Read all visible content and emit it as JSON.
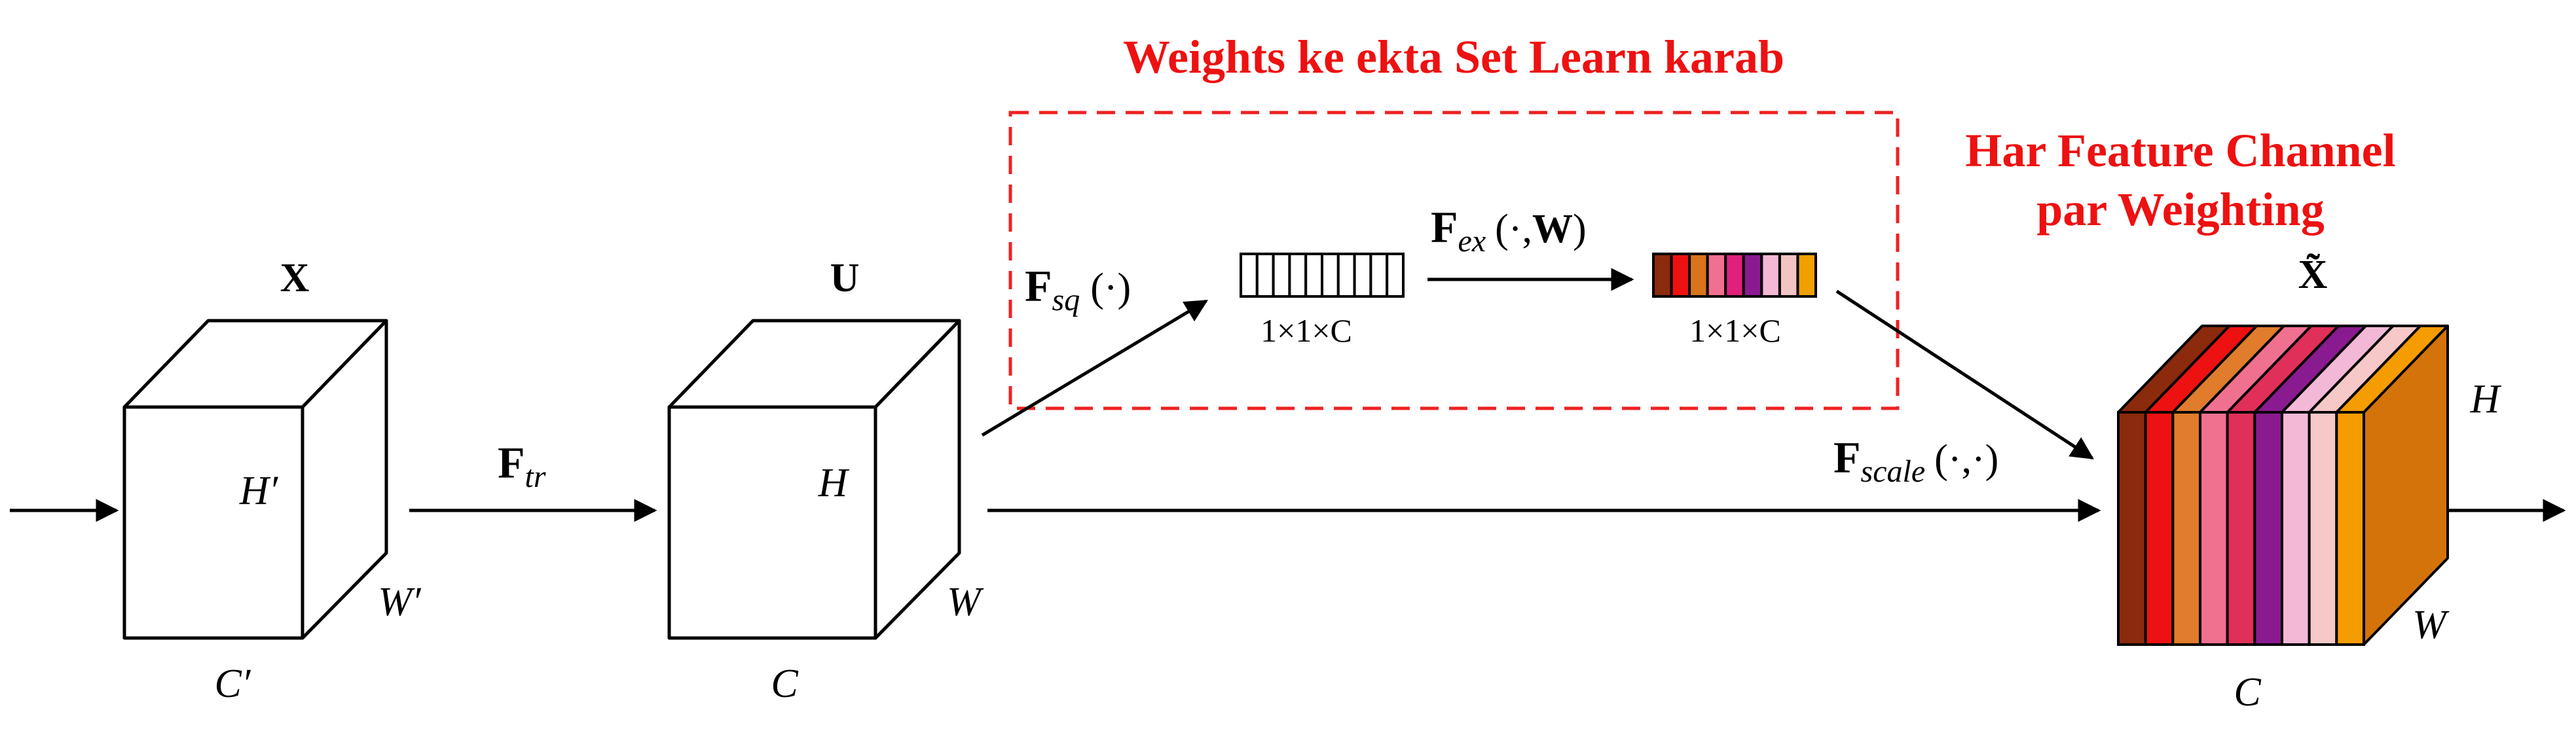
{
  "annotations": {
    "top": "Weights ke ekta Set Learn karab",
    "right_line1": "Har Feature Channel",
    "right_line2": "par Weighting"
  },
  "tensors": {
    "x": {
      "name": "X",
      "h": "H′",
      "w": "W′",
      "c": "C′"
    },
    "u": {
      "name": "U",
      "h": "H",
      "w": "W",
      "c": "C"
    },
    "x_tilde": {
      "name": "X̃",
      "h": "H",
      "w": "W",
      "c": "C"
    }
  },
  "operations": {
    "tr": {
      "main": "F",
      "sub": "tr",
      "args": ""
    },
    "sq": {
      "main": "F",
      "sub": "sq",
      "args": "(·)"
    },
    "ex": {
      "main": "F",
      "sub": "ex",
      "args": "(·,",
      "bold_arg": "W",
      "close": ")"
    },
    "scale": {
      "main": "F",
      "sub": "scale",
      "args": "(·,·)"
    }
  },
  "vectors": {
    "squeezed_label": "1×1×C",
    "excited_label": "1×1×C",
    "squeezed_cells": 10,
    "excited_colors": [
      "#8b2a0c",
      "#ee1111",
      "#d9731c",
      "#f07090",
      "#e0207a",
      "#8a1a90",
      "#f3b8d6",
      "#f2c4c4",
      "#f0a000"
    ]
  },
  "output_slice_colors": [
    "#8b2a0c",
    "#ee1111",
    "#e07c2c",
    "#f07090",
    "#e0305a",
    "#8a1a90",
    "#f3b8d6",
    "#f6c8c8",
    "#f59c00"
  ],
  "colors": {
    "accent_red": "#ee1111",
    "side_orange": "#d4730a",
    "dash_red": "#ee2222"
  }
}
